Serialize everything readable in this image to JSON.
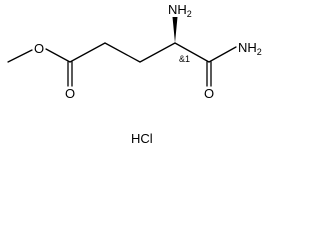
{
  "molecule": {
    "atoms": {
      "ester_o": "O",
      "carbonyl_o_left": "O",
      "carbonyl_o_right": "O",
      "amine_top": "NH2",
      "amide_nh2": "NH2",
      "stereo_mark": "&1"
    },
    "salt": "HCl"
  }
}
